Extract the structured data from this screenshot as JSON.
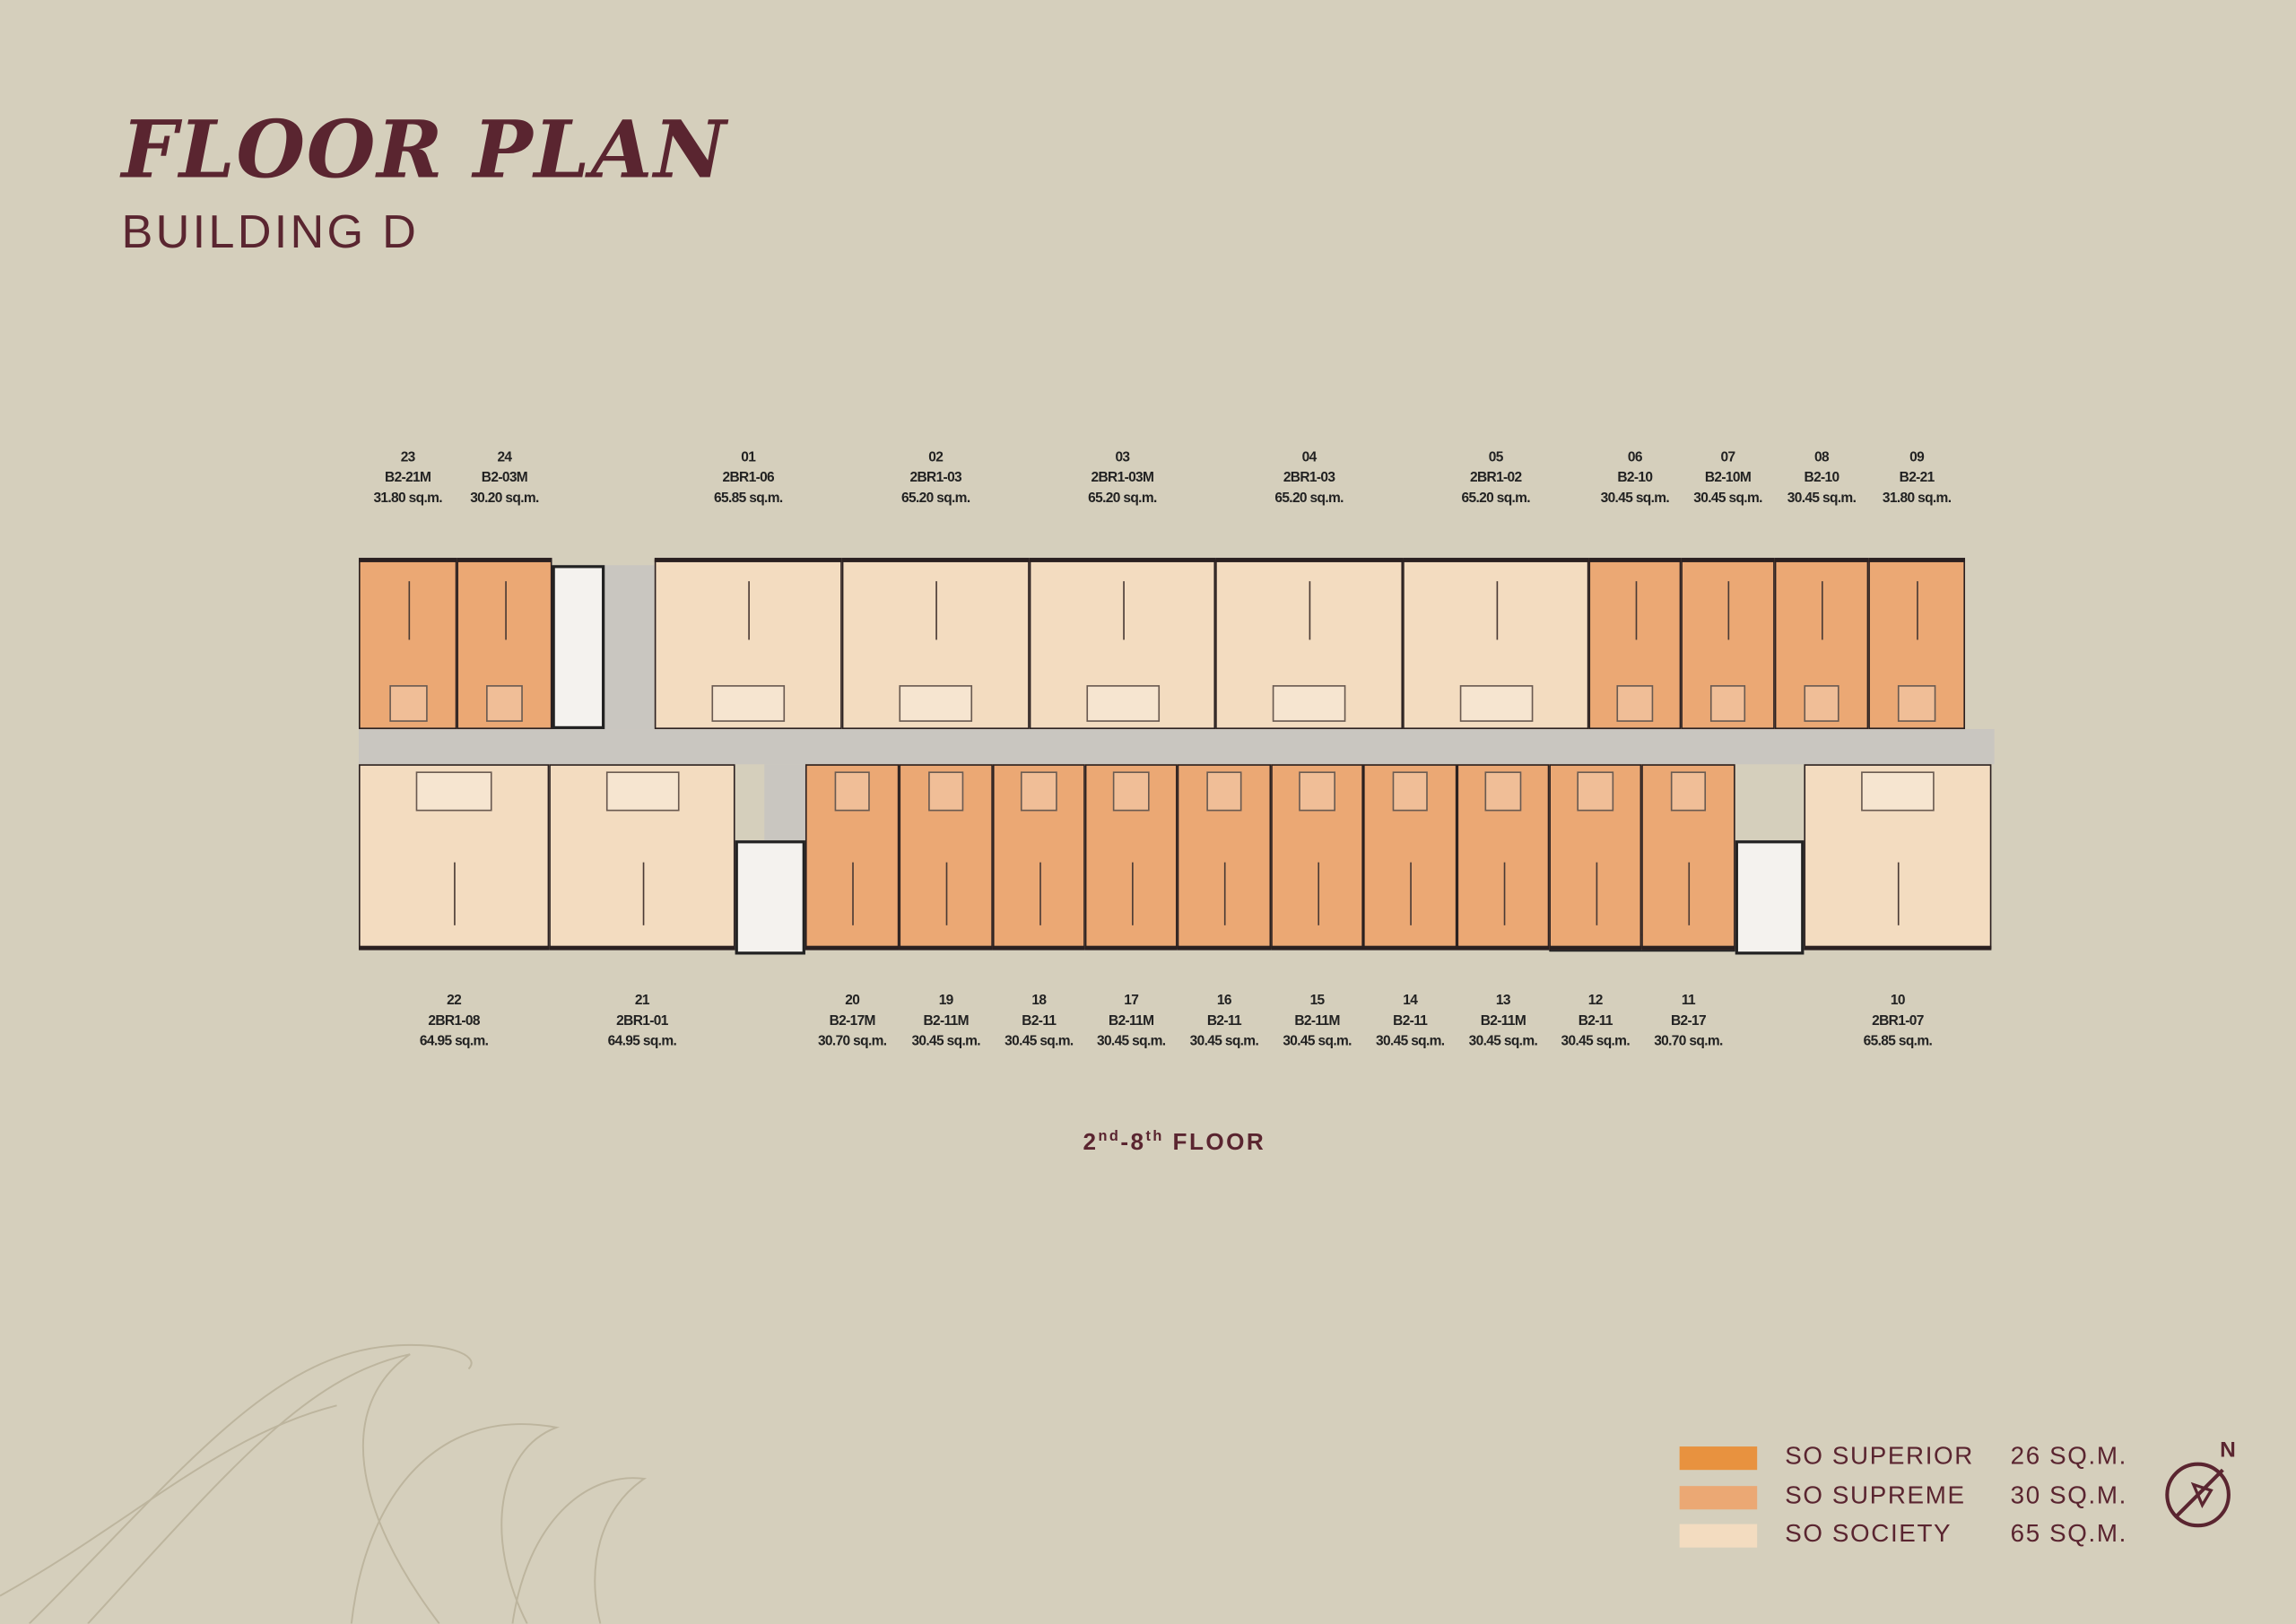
{
  "header": {
    "title": "FLOOR PLAN",
    "subtitle": "BUILDING D"
  },
  "floor": {
    "from": "2",
    "from_sup": "nd",
    "sep": "-",
    "to": "8",
    "to_sup": "th",
    "suffix": "FLOOR"
  },
  "colors": {
    "background": "#d5cfbc",
    "superior": "#e8923f",
    "supreme": "#eba874",
    "society": "#f3dcc0",
    "text": "#5a2530"
  },
  "units_top": [
    {
      "no": "23",
      "type": "B2-21M",
      "area": "31.80 sq.m.",
      "cat": "supreme"
    },
    {
      "no": "24",
      "type": "B2-03M",
      "area": "30.20 sq.m.",
      "cat": "supreme"
    },
    {
      "no": "01",
      "type": "2BR1-06",
      "area": "65.85 sq.m.",
      "cat": "society"
    },
    {
      "no": "02",
      "type": "2BR1-03",
      "area": "65.20 sq.m.",
      "cat": "society"
    },
    {
      "no": "03",
      "type": "2BR1-03M",
      "area": "65.20 sq.m.",
      "cat": "society"
    },
    {
      "no": "04",
      "type": "2BR1-03",
      "area": "65.20 sq.m.",
      "cat": "society"
    },
    {
      "no": "05",
      "type": "2BR1-02",
      "area": "65.20 sq.m.",
      "cat": "society"
    },
    {
      "no": "06",
      "type": "B2-10",
      "area": "30.45 sq.m.",
      "cat": "supreme"
    },
    {
      "no": "07",
      "type": "B2-10M",
      "area": "30.45 sq.m.",
      "cat": "supreme"
    },
    {
      "no": "08",
      "type": "B2-10",
      "area": "30.45 sq.m.",
      "cat": "supreme"
    },
    {
      "no": "09",
      "type": "B2-21",
      "area": "31.80 sq.m.",
      "cat": "supreme"
    }
  ],
  "units_bottom": [
    {
      "no": "22",
      "type": "2BR1-08",
      "area": "64.95 sq.m.",
      "cat": "society"
    },
    {
      "no": "21",
      "type": "2BR1-01",
      "area": "64.95 sq.m.",
      "cat": "society"
    },
    {
      "no": "20",
      "type": "B2-17M",
      "area": "30.70 sq.m.",
      "cat": "supreme"
    },
    {
      "no": "19",
      "type": "B2-11M",
      "area": "30.45 sq.m.",
      "cat": "supreme"
    },
    {
      "no": "18",
      "type": "B2-11",
      "area": "30.45 sq.m.",
      "cat": "supreme"
    },
    {
      "no": "17",
      "type": "B2-11M",
      "area": "30.45 sq.m.",
      "cat": "supreme"
    },
    {
      "no": "16",
      "type": "B2-11",
      "area": "30.45 sq.m.",
      "cat": "supreme"
    },
    {
      "no": "15",
      "type": "B2-11M",
      "area": "30.45 sq.m.",
      "cat": "supreme"
    },
    {
      "no": "14",
      "type": "B2-11",
      "area": "30.45 sq.m.",
      "cat": "supreme"
    },
    {
      "no": "13",
      "type": "B2-11M",
      "area": "30.45 sq.m.",
      "cat": "supreme"
    },
    {
      "no": "12",
      "type": "B2-11",
      "area": "30.45 sq.m.",
      "cat": "supreme"
    },
    {
      "no": "11",
      "type": "B2-17",
      "area": "30.70 sq.m.",
      "cat": "supreme"
    },
    {
      "no": "10",
      "type": "2BR1-07",
      "area": "65.85 sq.m.",
      "cat": "society"
    }
  ],
  "legend": [
    {
      "name": "SO SUPERIOR",
      "size": "26 SQ.M.",
      "cat": "superior"
    },
    {
      "name": "SO SUPREME",
      "size": "30 SQ.M.",
      "cat": "supreme"
    },
    {
      "name": "SO SOCIETY",
      "size": "65 SQ.M.",
      "cat": "society"
    }
  ],
  "compass": {
    "label": "N",
    "icon": "north-arrow-icon"
  }
}
